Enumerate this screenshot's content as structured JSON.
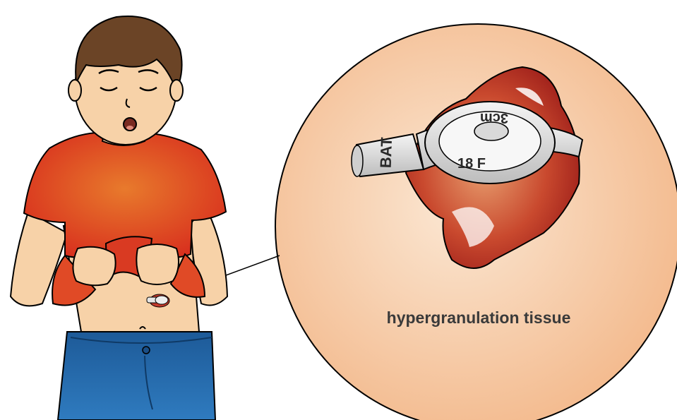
{
  "illustration": {
    "callout_label": "hypergranulation tissue",
    "device_markings": {
      "brand": "BAT",
      "size": "3cm",
      "code": "18 F"
    },
    "colors": {
      "shirt": "#e8452a",
      "skin": "#f7d2a8",
      "hair": "#6b4426",
      "jeans": "#1f5f9f",
      "zoom_circle": "#f6c49b",
      "tissue": "#c0392b",
      "outline": "#000000"
    }
  }
}
